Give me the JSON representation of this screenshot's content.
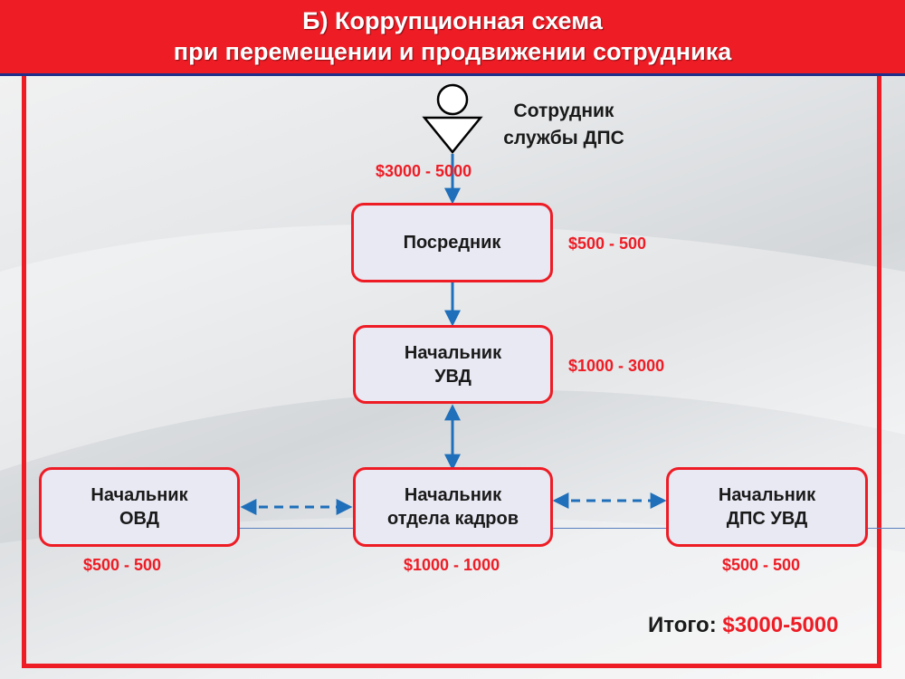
{
  "header": {
    "title_line1": "Б) Коррупционная схема",
    "title_line2": "при  перемещении и продвижении сотрудника"
  },
  "employee": {
    "icon": "person-icon",
    "label_line1": "Сотрудник",
    "label_line2": "службы ДПС"
  },
  "nodes": {
    "intermediary": {
      "line1": "Посредник"
    },
    "head_uvd": {
      "line1": "Начальник",
      "line2": "УВД"
    },
    "head_ovd": {
      "line1": "Начальник",
      "line2": "ОВД"
    },
    "head_hr": {
      "line1": "Начальник",
      "line2": "отдела кадров"
    },
    "head_dps": {
      "line1": "Начальник",
      "line2": "ДПС УВД"
    }
  },
  "amounts": {
    "employee_payment": "$3000 - 5000",
    "intermediary": "$500 - 500",
    "head_uvd": "$1000 - 3000",
    "head_ovd": "$500 - 500",
    "head_hr": "$1000 - 1000",
    "head_dps": "$500 - 500"
  },
  "total": {
    "label": "Итого:",
    "value": "$3000-5000"
  },
  "colors": {
    "accent_red": "#ee1c25",
    "arrow_blue": "#1f6fba",
    "header_border": "#1f2f8a"
  }
}
